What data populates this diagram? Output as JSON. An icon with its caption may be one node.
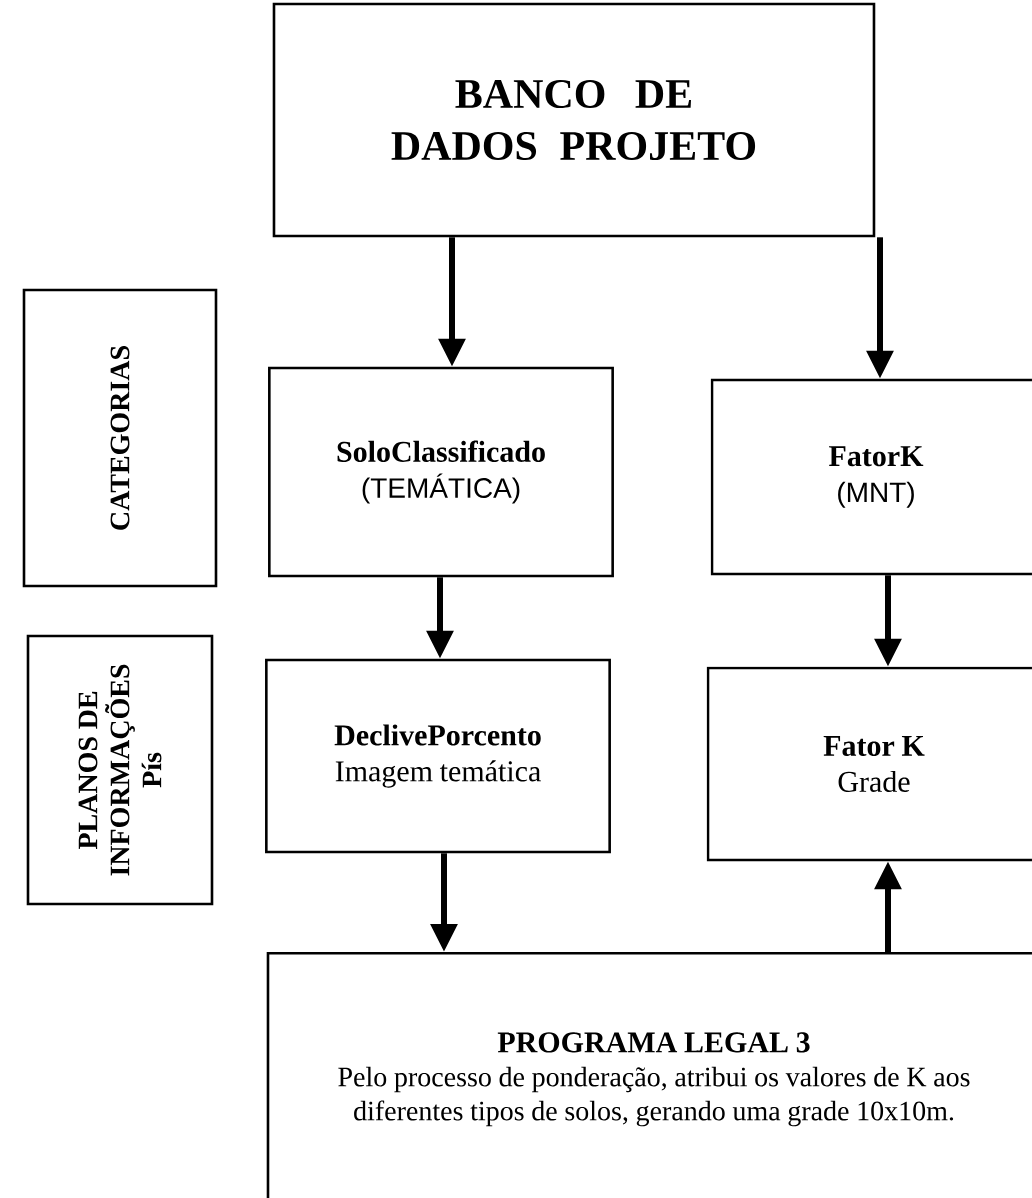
{
  "diagram": {
    "nodes": [
      {
        "text": [
          "BANCO DE DADOS PROJETO"
        ]
      },
      {
        "text": [
          "CATEGORIAS"
        ]
      },
      {
        "text": [
          "PLANOS DE INFORMAÇÕES Pís"
        ]
      },
      {
        "text": [
          "SoloClassificado",
          "(TEMÁTICA)"
        ]
      },
      {
        "text": [
          "FatorK",
          "(MNT)"
        ]
      },
      {
        "text": [
          "DeclivePorcento",
          "Imagem temática"
        ]
      },
      {
        "text": [
          "Fator K",
          "Grade"
        ]
      },
      {
        "text": [
          "PROGRAMA LEGAL 3",
          "Pelo processo de ponderação, atribui os valores de K aos diferentes tipos de solos, gerando uma grade 10x10m."
        ]
      }
    ],
    "edges": [
      {
        "from": 0,
        "to": 3,
        "arrow": "to"
      },
      {
        "from": 0,
        "to": 4,
        "arrow": "to"
      },
      {
        "from": 3,
        "to": 5,
        "arrow": "to"
      },
      {
        "from": 4,
        "to": 6,
        "arrow": "to"
      },
      {
        "from": 5,
        "to": 7,
        "arrow": "to"
      },
      {
        "from": 7,
        "to": 6,
        "arrow": "to"
      }
    ]
  }
}
